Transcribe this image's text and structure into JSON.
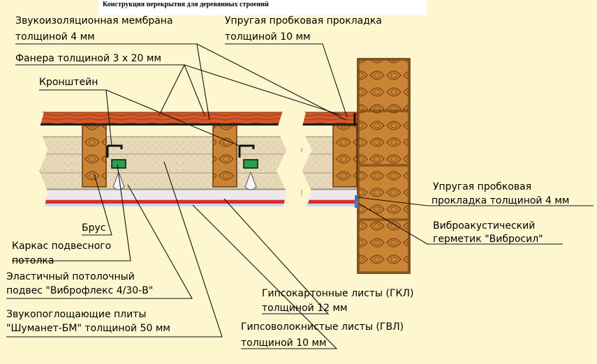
{
  "title": "Конструкция перекрытия для деревянных строений",
  "labels": {
    "membrane_1": "Звукоизоляционная мембрана",
    "membrane_2": "толщиной 4 мм",
    "plywood": "Фанера толщиной 3 х 20 мм",
    "bracket": "Кронштейн",
    "cork_top_1": "Упругая пробковая прокладка",
    "cork_top_2": "толщиной 10 мм",
    "cork_side_1": "Упругая пробковая",
    "cork_side_2": "прокладка толщиной 4 мм",
    "sealant_1": "Виброакустический",
    "sealant_2": "герметик \"Вибросил\"",
    "beam": "Брус",
    "frame_1": "Каркас подвесного",
    "frame_2": "потолка",
    "hanger_1": "Эластичный потолочный",
    "hanger_2": "подвес \"Виброфлекс 4/30-В\"",
    "plates_1": "Звукопоглощающие плиты",
    "plates_2": "\"Шуманет-БМ\" толщиной 50 мм",
    "gkl_1": "Гипсокартонные листы (ГКЛ)",
    "gkl_2": "толщиной 12 мм",
    "gvl_1": "Гипсоволокнистые листы (ГВЛ)",
    "gvl_2": "толщиной 10 мм"
  }
}
